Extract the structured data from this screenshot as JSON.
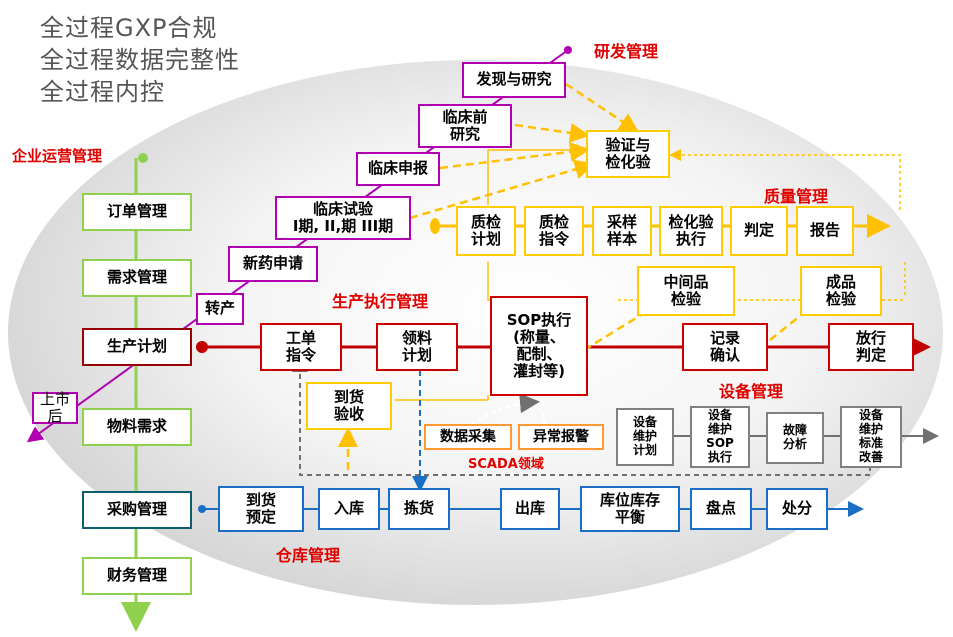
{
  "header": {
    "line1": "全过程GXP合规",
    "line2": "全过程数据完整性",
    "line3": "全过程内控"
  },
  "sections": {
    "rd": "研发管理",
    "enterprise": "企业运营管理",
    "quality": "质量管理",
    "production": "生产执行管理",
    "equipment": "设备管理",
    "scada": "SCADA领域",
    "warehouse": "仓库管理"
  },
  "rd_boxes": {
    "discovery": "发现与研究",
    "preclinical": "临床前\n研究",
    "clinical_application": "临床申报",
    "clinical_trial": "临床试验\nI期, II,期 III期",
    "new_drug": "新药申请",
    "transfer": "转产",
    "verification": "验证与\n检化验"
  },
  "left_column": [
    "订单管理",
    "需求管理",
    "生产计划",
    "物料需求",
    "采购管理",
    "财务管理"
  ],
  "market_label": "上市后",
  "quality_boxes": {
    "qc_plan": "质检\n计划",
    "qc_instruction": "质检\n指令",
    "sampling": "采样\n样本",
    "inspection_exec": "检化验\n执行",
    "judgment": "判定",
    "report": "报告",
    "intermediate": "中间品\n检验",
    "finished": "成品\n检验"
  },
  "production_boxes": {
    "work_order": "工单\n指令",
    "material_plan": "领料\n计划",
    "sop": "SOP执行\n(称量、\n配制、\n灌封等)",
    "record": "记录\n确认",
    "release": "放行\n判定",
    "arrival": "到货\n验收"
  },
  "scada_boxes": {
    "data_collection": "数据采集",
    "alarm": "异常报警"
  },
  "equipment_boxes": {
    "maint_plan": "设备\n维护\n计划",
    "maint_sop": "设备\n维护\nSOP\n执行",
    "fault": "故障\n分析",
    "maint_std": "设备\n维护\n标准\n改善"
  },
  "warehouse_boxes": {
    "pre_book": "到货\n预定",
    "inbound": "入库",
    "picking": "拣货",
    "outbound": "出库",
    "balance": "库位库存\n平衡",
    "stocktake": "盘点",
    "disposal": "处分"
  }
}
